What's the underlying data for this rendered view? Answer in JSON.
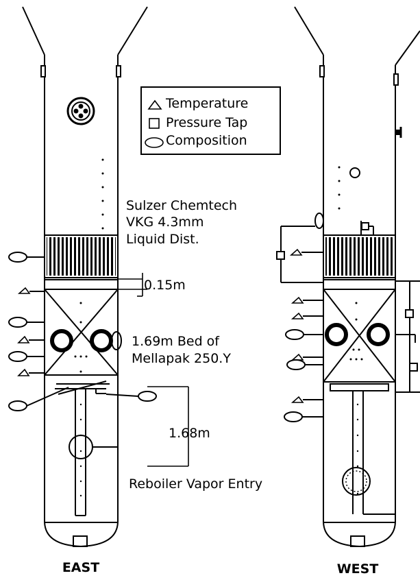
{
  "legend": {
    "temperature": "Temperature",
    "pressure_tap": "Pressure Tap",
    "composition": "Composition"
  },
  "labels": {
    "distributor_line1": "Sulzer Chemtech",
    "distributor_line2": "VKG  4.3mm",
    "distributor_line3": "Liquid Dist.",
    "gap": "0.15m",
    "bed_line1": "1.69m Bed of",
    "bed_line2": "Mellapak 250.Y",
    "height": "1.68m",
    "reboiler": "Reboiler Vapor Entry"
  },
  "columns": {
    "east": "EAST",
    "west": "WEST"
  }
}
